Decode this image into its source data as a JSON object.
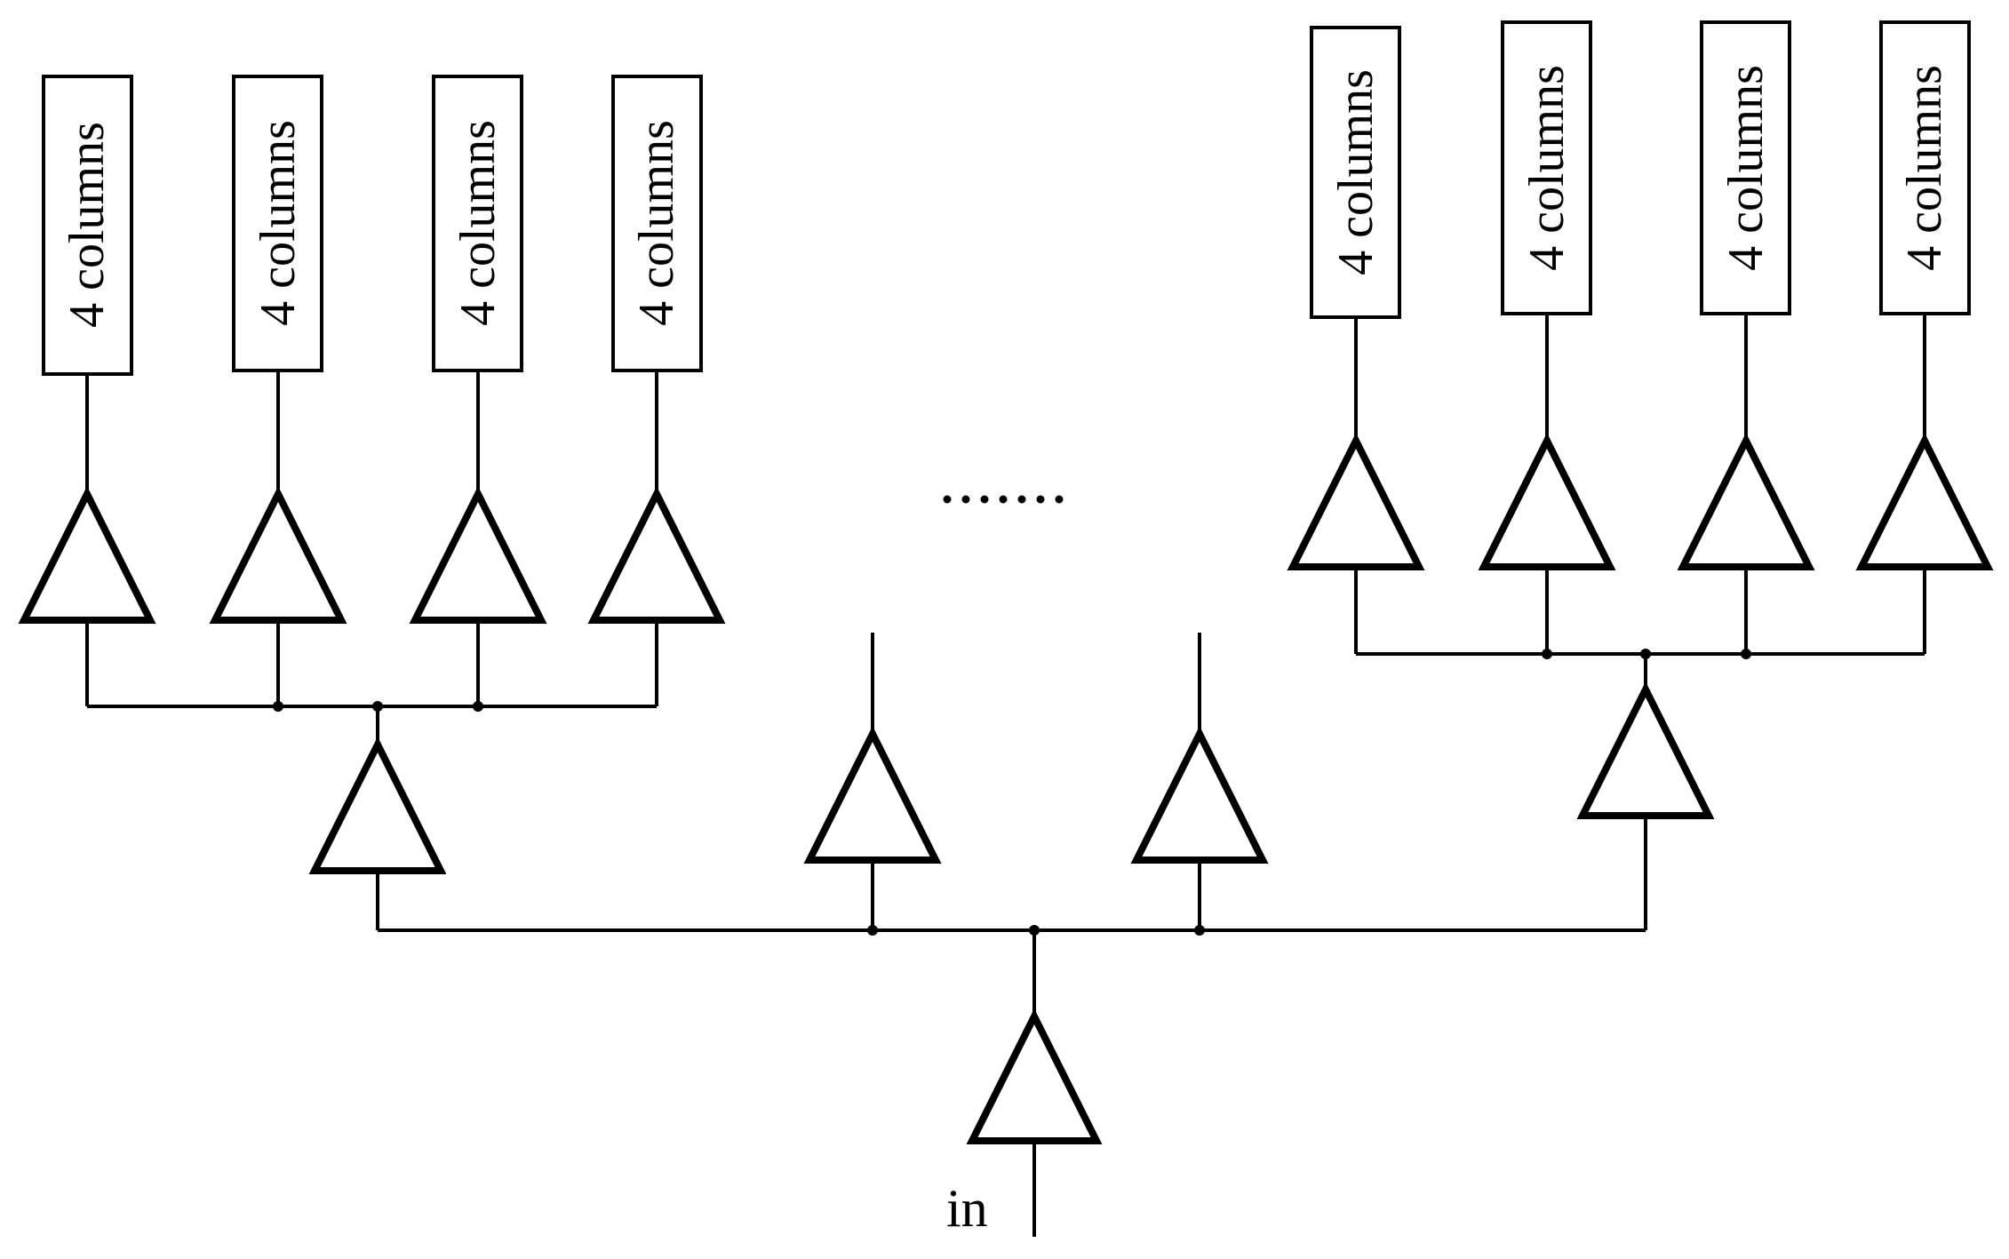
{
  "diagram": {
    "input_label": "in",
    "ellipsis": "……",
    "column_block_label": "4 columns",
    "column_blocks": [
      {
        "label": "4 columns"
      },
      {
        "label": "4 columns"
      },
      {
        "label": "4 columns"
      },
      {
        "label": "4 columns"
      },
      {
        "label": "4 columns"
      },
      {
        "label": "4 columns"
      },
      {
        "label": "4 columns"
      },
      {
        "label": "4 columns"
      }
    ]
  },
  "colors": {
    "line": "#000000",
    "background": "#ffffff"
  }
}
